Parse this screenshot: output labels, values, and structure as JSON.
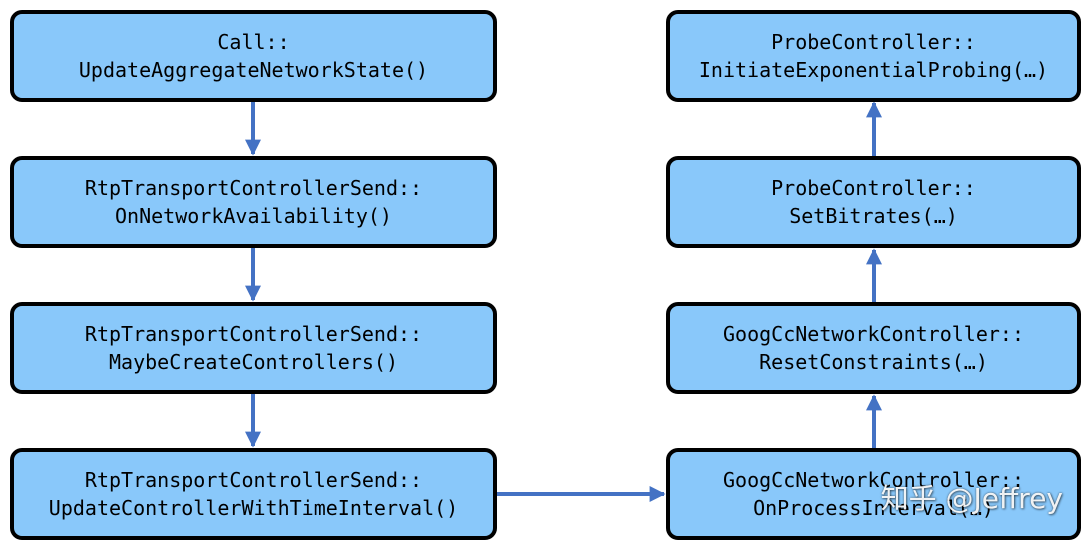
{
  "colors": {
    "node_fill": "#89c8fa",
    "node_border": "#000000",
    "arrow": "#4472c4"
  },
  "nodes": [
    {
      "id": "call",
      "line1": "Call::",
      "line2": "UpdateAggregateNetworkState()"
    },
    {
      "id": "on-network-availability",
      "line1": "RtpTransportControllerSend::",
      "line2": "OnNetworkAvailability()"
    },
    {
      "id": "maybe-create-controllers",
      "line1": "RtpTransportControllerSend::",
      "line2": "MaybeCreateControllers()"
    },
    {
      "id": "update-controller-with-time-interval",
      "line1": "RtpTransportControllerSend::",
      "line2": "UpdateControllerWithTimeInterval()"
    },
    {
      "id": "on-process-interval",
      "line1": "GoogCcNetworkController::",
      "line2": "OnProcessInterval(…)"
    },
    {
      "id": "reset-constraints",
      "line1": "GoogCcNetworkController::",
      "line2": "ResetConstraints(…)"
    },
    {
      "id": "set-bitrates",
      "line1": "ProbeController::",
      "line2": "SetBitrates(…)"
    },
    {
      "id": "initiate-exponential-probing",
      "line1": "ProbeController::",
      "line2": "InitiateExponentialProbing(…)"
    }
  ],
  "edges": [
    {
      "from": "call",
      "to": "on-network-availability"
    },
    {
      "from": "on-network-availability",
      "to": "maybe-create-controllers"
    },
    {
      "from": "maybe-create-controllers",
      "to": "update-controller-with-time-interval"
    },
    {
      "from": "update-controller-with-time-interval",
      "to": "on-process-interval"
    },
    {
      "from": "on-process-interval",
      "to": "reset-constraints"
    },
    {
      "from": "reset-constraints",
      "to": "set-bitrates"
    },
    {
      "from": "set-bitrates",
      "to": "initiate-exponential-probing"
    }
  ],
  "watermark": "知乎 @Jeffrey"
}
